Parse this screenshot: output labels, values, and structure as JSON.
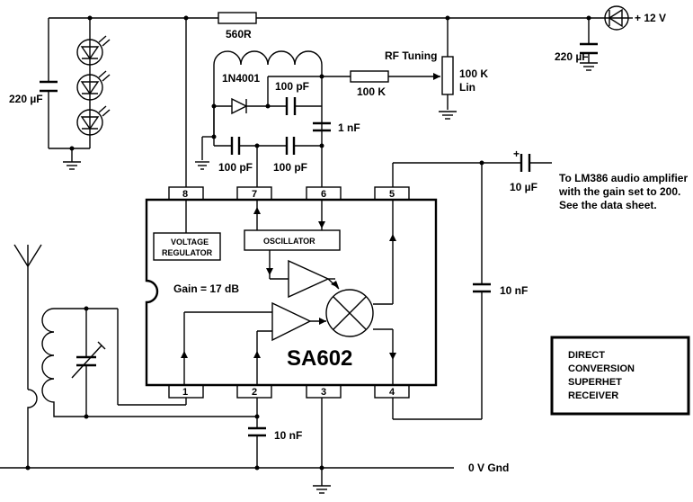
{
  "supply": {
    "resistor": "560R",
    "voltage": "+ 12 V",
    "cap_supply": "220 µF",
    "cap_leds": "220 µF"
  },
  "tuning": {
    "title": "RF Tuning",
    "pot_value": "100 K",
    "pot_taper": "Lin",
    "series_resistor": "100 K"
  },
  "oscillator_tank": {
    "diode": "1N4001",
    "cap_diode": "100 pF",
    "cap_coupling": "1 nF",
    "cap_left": "100 pF",
    "cap_right": "100 pF"
  },
  "chip": {
    "name": "SA602",
    "gain": "Gain = 17 dB",
    "voltage_regulator": [
      "VOLTAGE",
      "REGULATOR"
    ],
    "oscillator": "OSCILLATOR",
    "pins": [
      "1",
      "2",
      "3",
      "4",
      "5",
      "6",
      "7",
      "8"
    ]
  },
  "output": {
    "cap": "10 µF",
    "polarity": "+",
    "note": [
      "To LM386 audio amplifier",
      "with the gain set to 200.",
      "See the data sheet."
    ],
    "cap_pin4_5": "10 nF"
  },
  "input": {
    "cap_pin2": "10 nF"
  },
  "ground": {
    "label": "0 V Gnd"
  },
  "title_box": {
    "lines": [
      "DIRECT",
      "CONVERSION",
      "SUPERHET",
      "RECEIVER"
    ]
  }
}
